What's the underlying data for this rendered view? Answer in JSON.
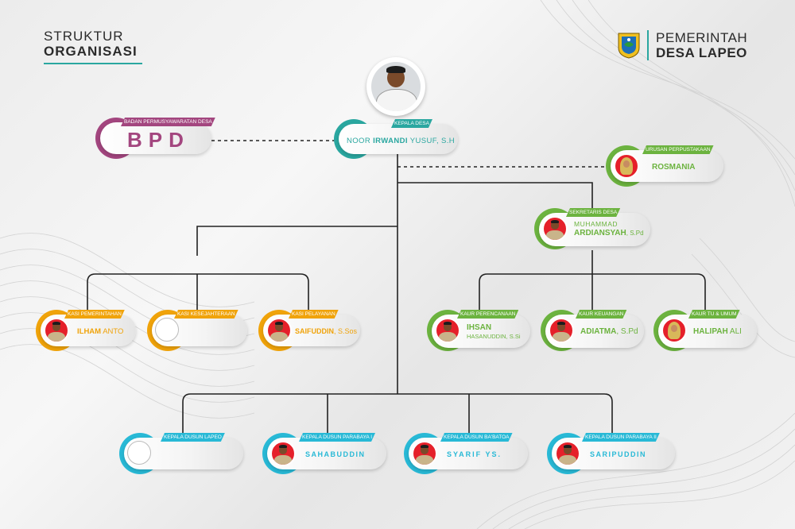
{
  "header": {
    "title_line1": "STRUKTUR",
    "title_line2": "ORGANISASI",
    "gov_line1": "PEMERINTAH",
    "gov_line2": "DESA LAPEO"
  },
  "colors": {
    "teal": "#2aa7a0",
    "purple": "#a3467f",
    "green": "#6cb33f",
    "orange": "#f0a30a",
    "cyan": "#28b9d6",
    "lines": "#222222"
  },
  "nodes": {
    "bpd": {
      "role": "BADAN PERMUSYAWARATAN DESA",
      "name": "BPD"
    },
    "kepala_desa": {
      "role": "KEPALA DESA",
      "name_pre": "NOOR ",
      "name_bold": "IRWANDI",
      "name_post": " YUSUF, S.H"
    },
    "urusan": {
      "role": "URUSAN PERPUSTAKAAN",
      "name_bold": "ROSMANIA"
    },
    "sekretaris": {
      "role": "SEKRETARIS DESA",
      "line1": "MUHAMMAD",
      "name_bold": "ARDIANSYAH",
      "name_post": ", S.Pd"
    },
    "kasi_pemerintahan": {
      "role": "KASI PEMERINTAHAN",
      "name_bold": "ILHAM",
      "name_post": " ANTO"
    },
    "kasi_kesejahteraan": {
      "role": "KASI KESEJAHTERAAN"
    },
    "kasi_pelayanan": {
      "role": "KASI PELAYANAN",
      "name_bold": "SAIFUDDIN",
      "name_post": ", S.Sos"
    },
    "kaur_perencanaan": {
      "role": "KAUR PERENCANAAN",
      "name_bold": "IHSAN",
      "line2": "HASANUDDIN, S.Si"
    },
    "kaur_keuangan": {
      "role": "KAUR KEUANGAN",
      "name_bold": "ADIATMA",
      "name_post": ", S.Pd"
    },
    "kaur_tu": {
      "role": "KAUR TU & UMUM",
      "name_bold": "HALIPAH",
      "name_post": " ALI"
    },
    "dusun_lapeo": {
      "role": "KEPALA DUSUN LAPEO"
    },
    "dusun_parabaya1": {
      "role": "KEPALA DUSUN PARABAYA I",
      "name": "SAHABUDDIN"
    },
    "dusun_babatoa": {
      "role": "KEPALA DUSUN BA'BATOA",
      "name": "SYARIF YS."
    },
    "dusun_parabaya2": {
      "role": "KEPALA DUSUN PARABAYA II",
      "name": "SARIPUDDIN"
    }
  }
}
